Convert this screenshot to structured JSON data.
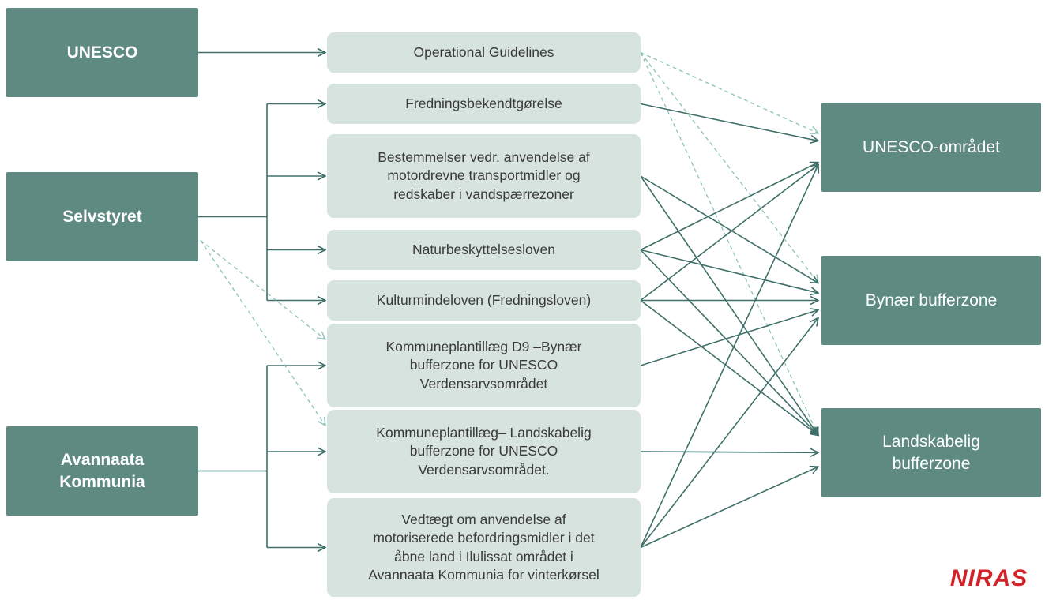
{
  "sources": [
    {
      "id": "unesco",
      "label": "UNESCO"
    },
    {
      "id": "selvstyret",
      "label": "Selvstyret"
    },
    {
      "id": "avannaata",
      "label": "Avannaata\nKommunia"
    }
  ],
  "documents": [
    {
      "id": "operational",
      "label": "Operational Guidelines"
    },
    {
      "id": "fredningsbek",
      "label": "Fredningsbekendtgørelse"
    },
    {
      "id": "bestemmelser",
      "label": "Bestemmelser vedr. anvendelse af\nmotordrevne transportmidler og\nredskaber i vandspærrezoner"
    },
    {
      "id": "naturbesk",
      "label": "Naturbeskyttelsesloven"
    },
    {
      "id": "kulturminde",
      "label": "Kulturmindeloven (Fredningsloven)"
    },
    {
      "id": "d9",
      "label": "Kommuneplantillæg D9 –Bynær\nbufferzone for UNESCO\nVerdensarvsområdet"
    },
    {
      "id": "landskabelig_tillaeg",
      "label": "Kommuneplantillæg– Landskabelig\nbufferzone for UNESCO\nVerdensarvsområdet."
    },
    {
      "id": "vedtaegt",
      "label": "Vedtægt om anvendelse af\nmotoriserede befordringsmidler i det\nåbne land i Ilulissat området i\nAvannaata Kommunia for vinterkørsel"
    }
  ],
  "targets": [
    {
      "id": "unesco_omraadet",
      "label": "UNESCO-området"
    },
    {
      "id": "bynaer",
      "label": "Bynær bufferzone"
    },
    {
      "id": "landskabelig",
      "label": "Landskabelig\nbufferzone"
    }
  ],
  "solid_source_links": [
    {
      "from": "unesco",
      "to": "operational"
    },
    {
      "from": "selvstyret",
      "to": "fredningsbek"
    },
    {
      "from": "selvstyret",
      "to": "bestemmelser"
    },
    {
      "from": "selvstyret",
      "to": "naturbesk"
    },
    {
      "from": "selvstyret",
      "to": "kulturminde"
    },
    {
      "from": "avannaata",
      "to": "d9"
    },
    {
      "from": "avannaata",
      "to": "landskabelig_tillaeg"
    },
    {
      "from": "avannaata",
      "to": "vedtaegt"
    }
  ],
  "dashed_source_links": [
    {
      "from": "selvstyret",
      "to": "d9"
    },
    {
      "from": "selvstyret",
      "to": "landskabelig_tillaeg"
    }
  ],
  "document_target_links": [
    {
      "from": "operational",
      "to": "unesco_omraadet",
      "style": "dashed"
    },
    {
      "from": "operational",
      "to": "bynaer",
      "style": "dashed"
    },
    {
      "from": "operational",
      "to": "landskabelig",
      "style": "dashed"
    },
    {
      "from": "fredningsbek",
      "to": "unesco_omraadet",
      "style": "solid"
    },
    {
      "from": "bestemmelser",
      "to": "bynaer",
      "style": "solid"
    },
    {
      "from": "bestemmelser",
      "to": "landskabelig",
      "style": "solid"
    },
    {
      "from": "naturbesk",
      "to": "unesco_omraadet",
      "style": "solid"
    },
    {
      "from": "naturbesk",
      "to": "bynaer",
      "style": "solid"
    },
    {
      "from": "naturbesk",
      "to": "landskabelig",
      "style": "solid"
    },
    {
      "from": "kulturminde",
      "to": "unesco_omraadet",
      "style": "solid"
    },
    {
      "from": "kulturminde",
      "to": "bynaer",
      "style": "solid"
    },
    {
      "from": "kulturminde",
      "to": "landskabelig",
      "style": "solid"
    },
    {
      "from": "d9",
      "to": "bynaer",
      "style": "solid"
    },
    {
      "from": "landskabelig_tillaeg",
      "to": "landskabelig",
      "style": "solid"
    },
    {
      "from": "vedtaegt",
      "to": "unesco_omraadet",
      "style": "solid"
    },
    {
      "from": "vedtaegt",
      "to": "bynaer",
      "style": "solid"
    },
    {
      "from": "vedtaegt",
      "to": "landskabelig",
      "style": "solid"
    }
  ],
  "logo": {
    "text": "NIRAS"
  },
  "colors": {
    "source_fill": "#5f8a82",
    "target_fill": "#5f8a82",
    "document_fill": "#d6e3df",
    "solid_line": "#3f7068",
    "dashed_line": "#8cc2b8",
    "logo_red": "#d3232a"
  }
}
